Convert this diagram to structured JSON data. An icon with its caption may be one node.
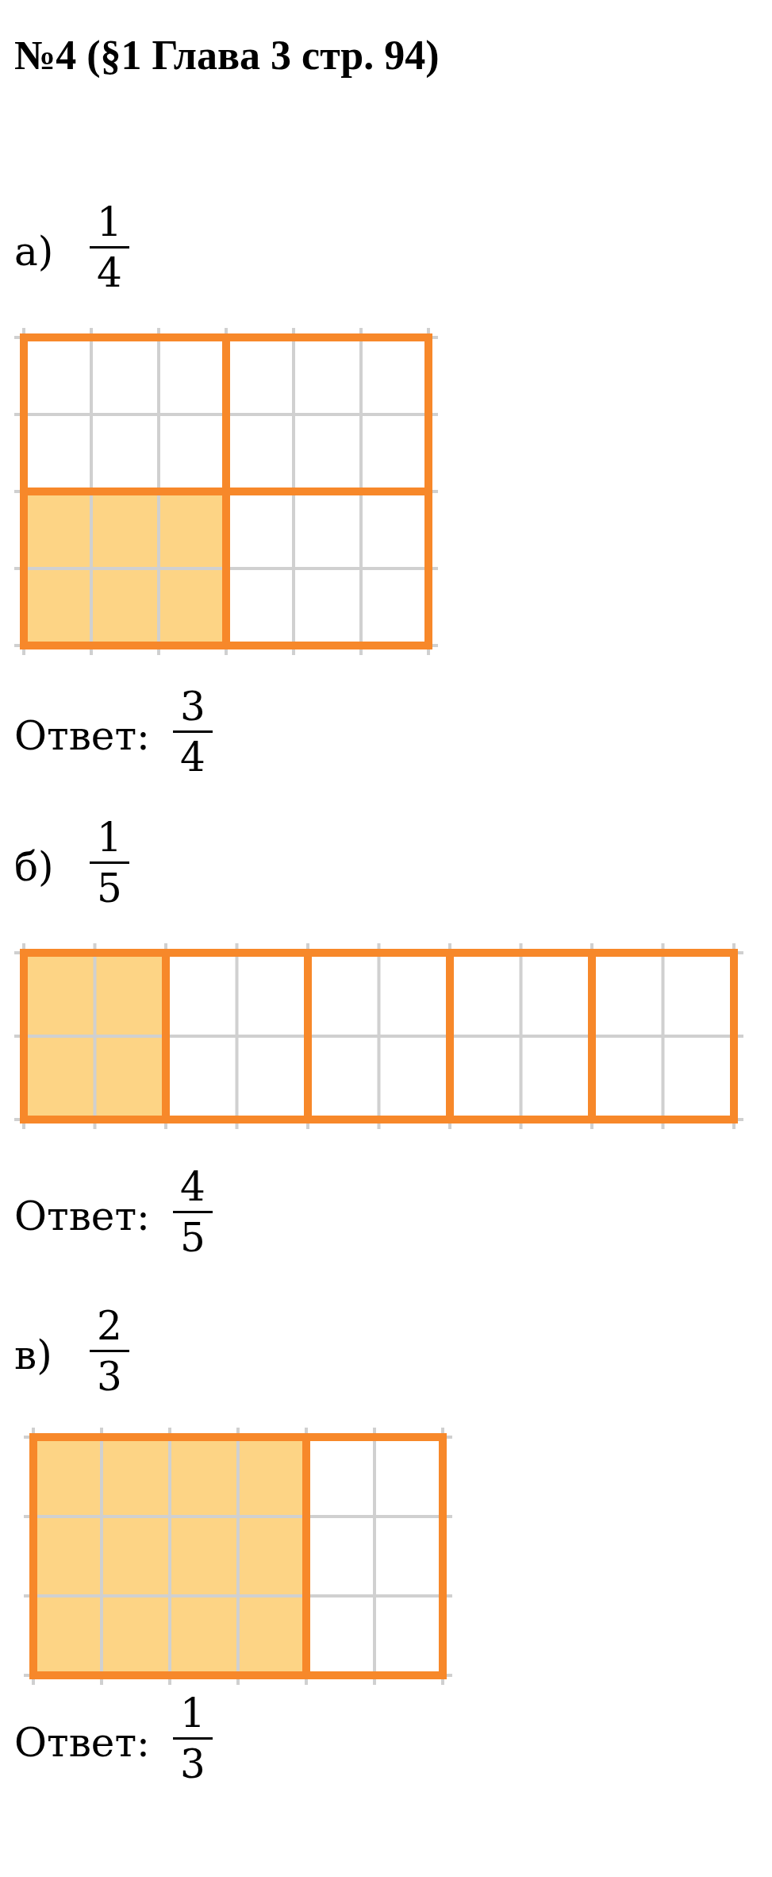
{
  "diagram": {
    "title": "№4 (§1 Глава 3 стр. 94)",
    "labels": [
      "а)",
      "1",
      "4",
      "Ответ:",
      "3",
      "4",
      "б)",
      "1",
      "5",
      "Ответ:",
      "4",
      "5",
      "в)",
      "2",
      "3",
      "Ответ:",
      "1",
      "3"
    ]
  }
}
